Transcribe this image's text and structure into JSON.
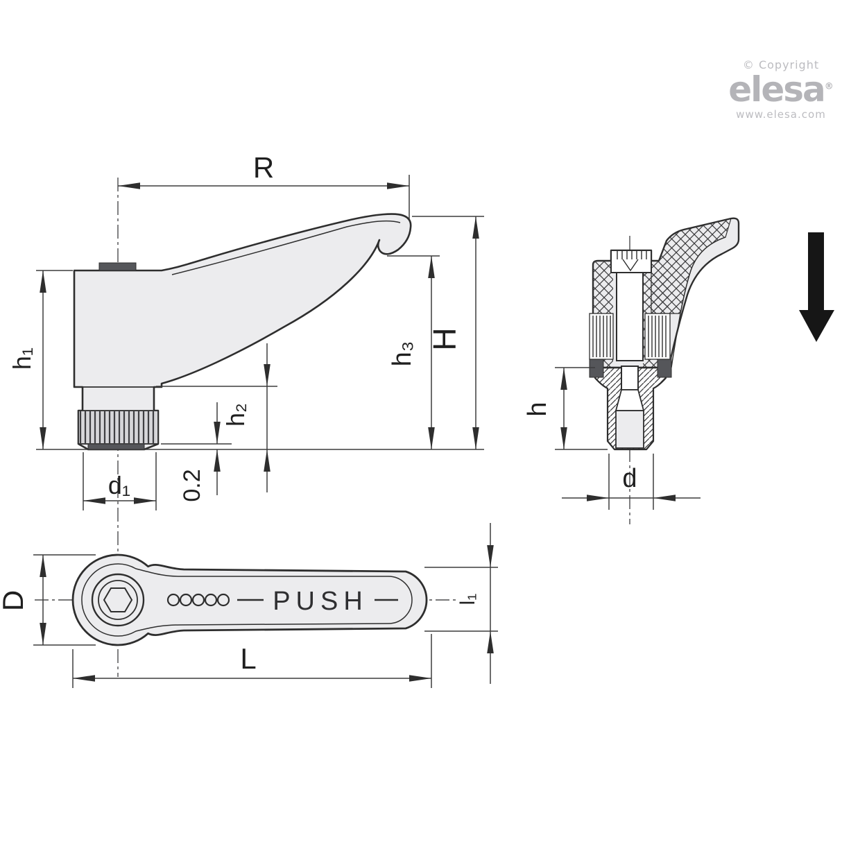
{
  "branding": {
    "copyright": "© Copyright",
    "logo_text": "elesa",
    "registered_mark": "®",
    "website": "www.elesa.com"
  },
  "labels": {
    "side": {
      "R": "R",
      "h1": "h₁",
      "h2": "h₂",
      "h3": "h₃",
      "H": "H",
      "d1": "d₁",
      "protrusion": "0.2"
    },
    "section": {
      "h": "h",
      "d": "d"
    },
    "bottom": {
      "D": "D",
      "L": "L",
      "l1": "l₁",
      "push": "PUSH"
    }
  },
  "colors": {
    "outline": "#2e2e2e",
    "dimension_line": "#3c3c3c",
    "part_fill": "#ececee",
    "knurl_fill": "#d6d6d9",
    "dark_fill": "#55565a",
    "direction_arrow": "#161616",
    "logo_gray": "#b4b4b8",
    "background": "#ffffff"
  }
}
